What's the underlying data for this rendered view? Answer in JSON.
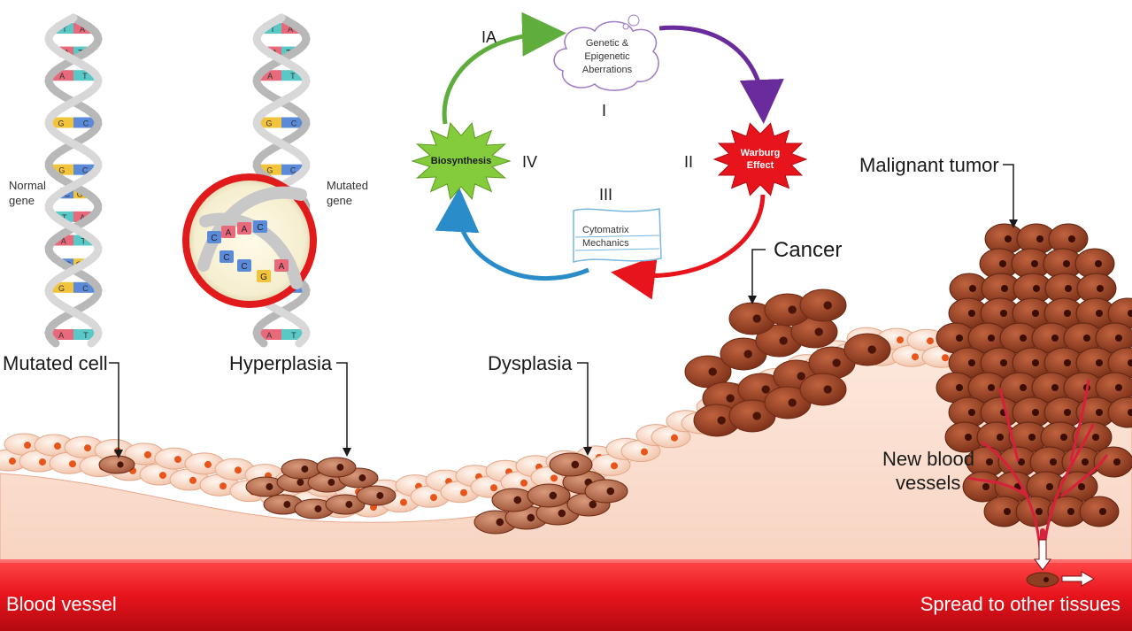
{
  "dna": {
    "normal_label": [
      "Normal",
      "gene"
    ],
    "mutated_label": [
      "Mutated",
      "gene"
    ],
    "normal_bases": [
      "T",
      "A",
      "A",
      "T",
      "G",
      "C",
      "G",
      "C",
      "T",
      "A",
      "C",
      "G",
      "T",
      "A"
    ],
    "mutated_bases": [
      "T",
      "A",
      "A",
      "T",
      "G",
      "C",
      "G",
      "C",
      "T",
      "A",
      "C",
      "G",
      "T",
      "A"
    ],
    "zoom_bases": [
      "C",
      "A",
      "A",
      "C",
      "C",
      "C",
      "G",
      "A"
    ]
  },
  "cycle": {
    "node_genetic": [
      "Genetic &",
      "Epigenetic",
      "Aberrations"
    ],
    "node_warburg": [
      "Warburg",
      "Effect"
    ],
    "node_cytomatrix": [
      "Cytomatrix",
      "Mechanics"
    ],
    "node_biosynthesis": "Biosynthesis",
    "stage_ia": "IA",
    "stage_i": "I",
    "stage_ii": "II",
    "stage_iii": "III",
    "stage_iv": "IV"
  },
  "stages": {
    "mutated_cell": "Mutated cell",
    "hyperplasia": "Hyperplasia",
    "dysplasia": "Dysplasia",
    "cancer": "Cancer",
    "malignant_tumor": "Malignant tumor",
    "new_blood_vessels": [
      "New blood",
      "vessels"
    ]
  },
  "bottom": {
    "blood_vessel": "Blood vessel",
    "spread": "Spread to other tissues"
  },
  "colors": {
    "blood": "#e8141c",
    "tissue": "#fbe0d2",
    "normal_cell": "#f9d8c4",
    "nucleus": "#e8541a",
    "mutated_cell": "#b86a4a",
    "tumor_cell": "#9e4528",
    "warburg": "#e8141c",
    "biosynthesis": "#84cc3c",
    "arrow_ia": "#5fae3d",
    "arrow_i": "#6a2c9c",
    "arrow_iii": "#2a8cc8"
  }
}
